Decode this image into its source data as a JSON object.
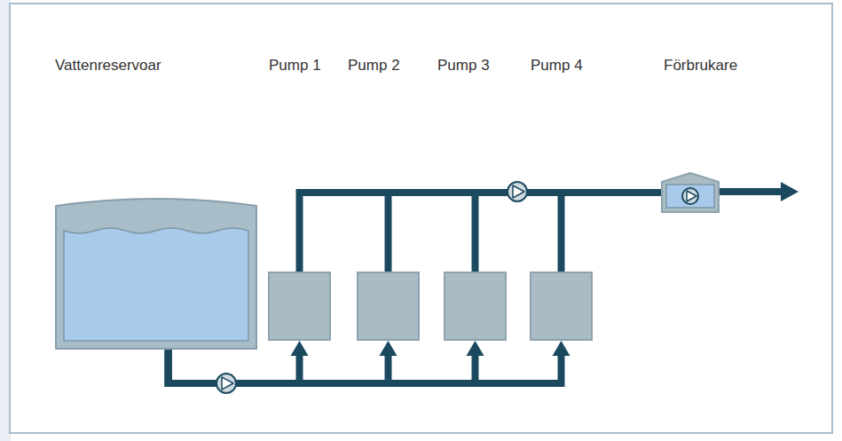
{
  "diagram": {
    "nodes": [
      {
        "text": [
          "Vattenreservoar"
        ]
      },
      {
        "text": [
          "Pump 1"
        ]
      },
      {
        "text": [
          "Pump 2"
        ]
      },
      {
        "text": [
          "Pump 3"
        ]
      },
      {
        "text": [
          "Pump 4"
        ]
      },
      {
        "text": [
          "Förbrukare"
        ]
      }
    ],
    "edges": [
      {
        "from": 0,
        "to": 1,
        "arrow": "to"
      },
      {
        "from": 0,
        "to": 2,
        "arrow": "to"
      },
      {
        "from": 0,
        "to": 3,
        "arrow": "to"
      },
      {
        "from": 0,
        "to": 4,
        "arrow": "to"
      },
      {
        "from": 1,
        "to": 5,
        "arrow": "none"
      },
      {
        "from": 2,
        "to": 5,
        "arrow": "none"
      },
      {
        "from": 3,
        "to": 5,
        "arrow": "none"
      },
      {
        "from": 4,
        "to": 5,
        "arrow": "none"
      }
    ]
  }
}
